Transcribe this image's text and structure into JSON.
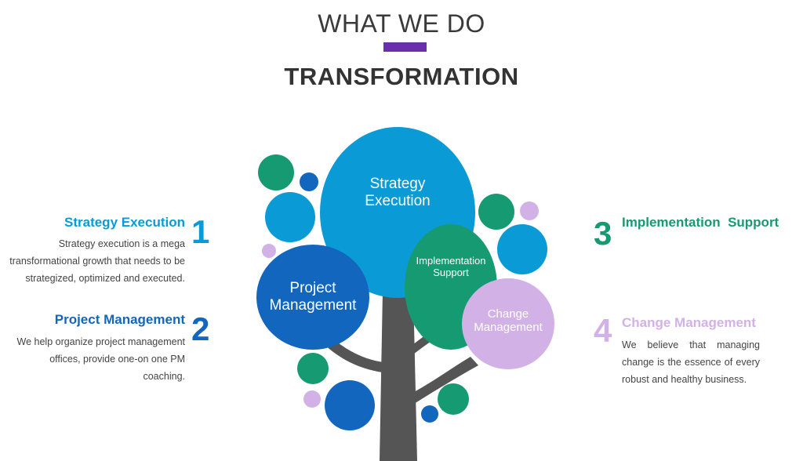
{
  "header": {
    "title": "WHAT WE DO",
    "subtitle": "TRANSFORMATION"
  },
  "colors": {
    "accent_bar": "#6a2faa",
    "cyan": "#0a9bd6",
    "dark_blue": "#1266be",
    "green": "#169a72",
    "lavender": "#d2b2e6",
    "trunk": "#555555"
  },
  "tree": {
    "crown_labels": {
      "strategy": "Strategy Execution",
      "project": "Project Management",
      "implementation": "Implementation Support",
      "change": "Change Management"
    }
  },
  "sections": [
    {
      "number": "1",
      "title": "Strategy Execution",
      "body": "Strategy execution is a mega transformational growth that needs to be strategized, optimized and executed."
    },
    {
      "number": "2",
      "title": "Project Management",
      "body": "We help organize project management offices, provide one-on one PM coaching."
    },
    {
      "number": "3",
      "title": "Implementation  Support",
      "body": ""
    },
    {
      "number": "4",
      "title": "Change Management",
      "body": "We believe that managing change is the essence of every robust and healthy business."
    }
  ]
}
